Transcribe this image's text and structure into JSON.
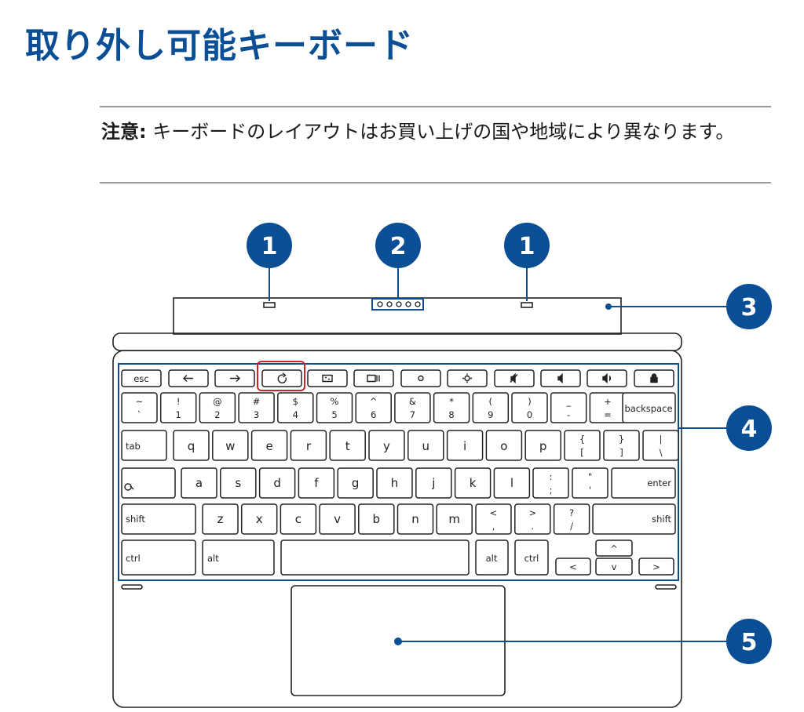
{
  "title": "取り外し可能キーボード",
  "note": {
    "label": "注意:",
    "text": "キーボードのレイアウトはお買い上げの国や地域により異なります。"
  },
  "colors": {
    "accent": "#0a4e96",
    "highlight": "#c9252d",
    "outline": "#222222"
  },
  "callouts": [
    "1",
    "2",
    "1",
    "3",
    "4",
    "5"
  ],
  "keyboard": {
    "esc": "esc",
    "backspace": "backspace",
    "tab": "tab",
    "enter": "enter",
    "shift": "shift",
    "ctrl": "ctrl",
    "alt": "alt",
    "number_row": [
      {
        "top": "~",
        "bottom": "`"
      },
      {
        "top": "!",
        "bottom": "1"
      },
      {
        "top": "@",
        "bottom": "2"
      },
      {
        "top": "#",
        "bottom": "3"
      },
      {
        "top": "$",
        "bottom": "4"
      },
      {
        "top": "%",
        "bottom": "5"
      },
      {
        "top": "^",
        "bottom": "6"
      },
      {
        "top": "&",
        "bottom": "7"
      },
      {
        "top": "*",
        "bottom": "8"
      },
      {
        "top": "(",
        "bottom": "9"
      },
      {
        "top": ")",
        "bottom": "0"
      },
      {
        "top": "_",
        "bottom": "-"
      },
      {
        "top": "+",
        "bottom": "="
      }
    ],
    "qwerty_row": [
      "q",
      "w",
      "e",
      "r",
      "t",
      "y",
      "u",
      "i",
      "o",
      "p"
    ],
    "qwerty_symbols": [
      {
        "top": "{",
        "bottom": "["
      },
      {
        "top": "}",
        "bottom": "]"
      },
      {
        "top": "|",
        "bottom": "\\"
      }
    ],
    "home_row": [
      "a",
      "s",
      "d",
      "f",
      "g",
      "h",
      "j",
      "k",
      "l"
    ],
    "home_symbols": [
      {
        "top": ":",
        "bottom": ";"
      },
      {
        "top": "\"",
        "bottom": "'"
      }
    ],
    "bottom_row": [
      "z",
      "x",
      "c",
      "v",
      "b",
      "n",
      "m"
    ],
    "bottom_symbols": [
      {
        "top": "<",
        "bottom": ","
      },
      {
        "top": ">",
        "bottom": "."
      },
      {
        "top": "?",
        "bottom": "/"
      }
    ],
    "arrows": {
      "up": "^",
      "left": "<",
      "down": "v",
      "right": ">"
    }
  }
}
